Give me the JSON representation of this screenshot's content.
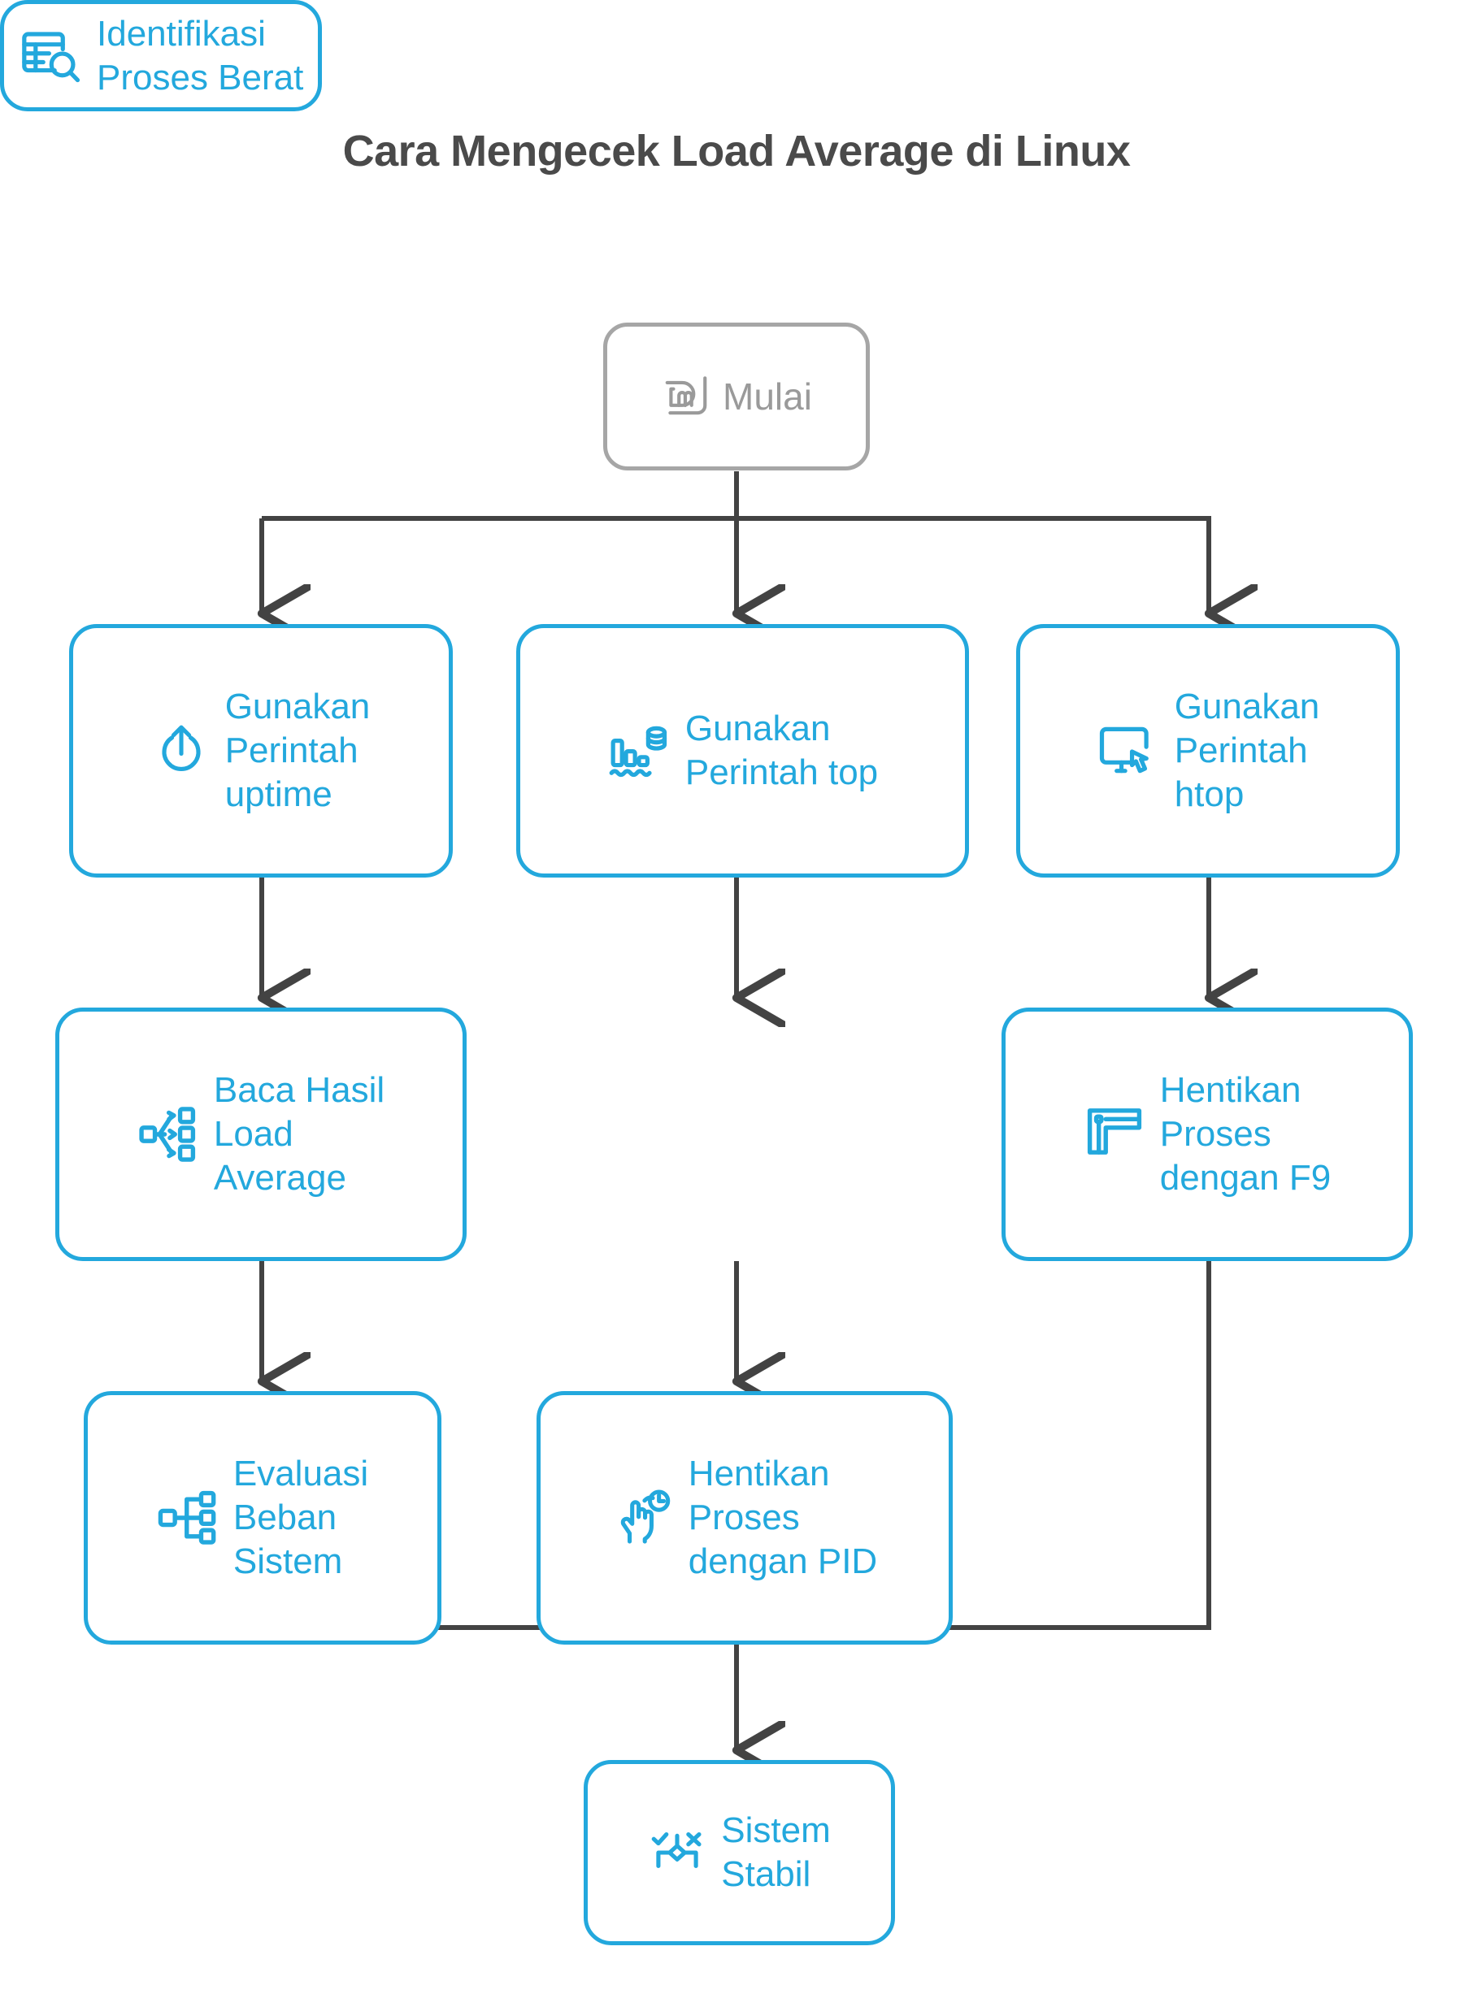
{
  "title": "Cara Mengecek Load Average di Linux",
  "colors": {
    "accent_blue": "#23a8dd",
    "start_gray": "#a6a6a6",
    "connector_gray": "#434343",
    "title_gray": "#4a4a4a",
    "background": "#ffffff"
  },
  "diagram": {
    "type": "flowchart",
    "orientation": "top-to-bottom",
    "nodes": [
      {
        "id": "mulai",
        "label": "Mulai",
        "icon": "linux-mint-logo-icon",
        "shape": "rounded-rectangle",
        "style": "terminal-start",
        "row": 0,
        "column": "center"
      },
      {
        "id": "uptime",
        "label": "Gunakan\nPerintah\nuptime",
        "icon": "power-uptime-icon",
        "shape": "rounded-rectangle",
        "style": "process",
        "row": 1,
        "column": "left"
      },
      {
        "id": "top",
        "label": "Gunakan\nPerintah top",
        "icon": "bar-chart-database-icon",
        "shape": "rounded-rectangle",
        "style": "process",
        "row": 1,
        "column": "center"
      },
      {
        "id": "htop",
        "label": "Gunakan\nPerintah\nhtop",
        "icon": "monitor-cursor-icon",
        "shape": "rounded-rectangle",
        "style": "process",
        "row": 1,
        "column": "right"
      },
      {
        "id": "baca",
        "label": "Baca Hasil\nLoad\nAverage",
        "icon": "distribute-branches-icon",
        "shape": "rounded-rectangle",
        "style": "process",
        "row": 2,
        "column": "left"
      },
      {
        "id": "identifikasi",
        "label": "Identifikasi\nProses Berat",
        "icon": "table-search-icon",
        "shape": "rounded-rectangle",
        "style": "process",
        "row": 2,
        "column": "center"
      },
      {
        "id": "f9",
        "label": "Hentikan\nProses\ndengan F9",
        "icon": "flag-process-icon",
        "shape": "rounded-rectangle",
        "style": "process",
        "row": 2,
        "column": "right"
      },
      {
        "id": "evaluasi",
        "label": "Evaluasi\nBeban\nSistem",
        "icon": "sitemap-hierarchy-icon",
        "shape": "rounded-rectangle",
        "style": "process",
        "row": 3,
        "column": "left"
      },
      {
        "id": "pid",
        "label": "Hentikan\nProses\ndengan PID",
        "icon": "hand-click-clock-icon",
        "shape": "rounded-rectangle",
        "style": "process",
        "row": 3,
        "column": "center"
      },
      {
        "id": "stabil",
        "label": "Sistem\nStabil",
        "icon": "decision-check-cross-icon",
        "shape": "rounded-rectangle",
        "style": "process",
        "row": 4,
        "column": "center"
      }
    ],
    "edges": [
      {
        "from": "mulai",
        "to": "uptime",
        "arrow": true
      },
      {
        "from": "mulai",
        "to": "top",
        "arrow": true
      },
      {
        "from": "mulai",
        "to": "htop",
        "arrow": true
      },
      {
        "from": "uptime",
        "to": "baca",
        "arrow": true
      },
      {
        "from": "top",
        "to": "identifikasi",
        "arrow": true
      },
      {
        "from": "htop",
        "to": "f9",
        "arrow": true
      },
      {
        "from": "baca",
        "to": "evaluasi",
        "arrow": true
      },
      {
        "from": "identifikasi",
        "to": "pid",
        "arrow": true
      },
      {
        "from": "evaluasi",
        "to": "stabil",
        "arrow": true
      },
      {
        "from": "pid",
        "to": "stabil",
        "arrow": true
      },
      {
        "from": "f9",
        "to": "stabil",
        "arrow": true
      }
    ]
  }
}
